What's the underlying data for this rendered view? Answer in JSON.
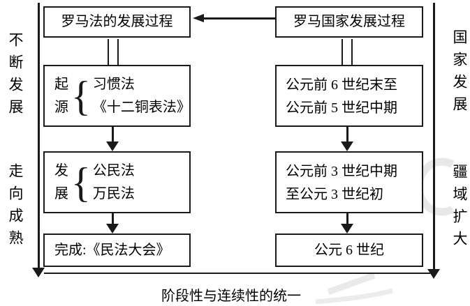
{
  "colors": {
    "line": "#1a1a1a",
    "text": "#000000",
    "background": "#ffffff",
    "watermark": "#e8e8e8"
  },
  "glyphs": {
    "brace": "{"
  },
  "side_labels": {
    "left_top": "不断发展",
    "left_bottom": "走向成熟",
    "right_top": "国家发展",
    "right_bottom": "疆域扩大"
  },
  "left_column": {
    "header": "罗马法的发展过程",
    "origin": {
      "label_char1": "起",
      "label_char2": "源",
      "item1": "习惯法",
      "item2": "《十二铜表法》"
    },
    "development": {
      "label_char1": "发",
      "label_char2": "展",
      "item1": "公民法",
      "item2": "万民法"
    },
    "completion": "完成:《民法大会》"
  },
  "right_column": {
    "header": "罗马国家发展过程",
    "stage1": {
      "line1": "公元前 6 世纪末至",
      "line2": "公元前 5 世纪中期"
    },
    "stage2": {
      "line1": "公元前 3 世纪中期",
      "line2": "至公元 3 世纪初"
    },
    "stage3": "公元 6 世纪"
  },
  "caption": "阶段性与连续性的统一"
}
